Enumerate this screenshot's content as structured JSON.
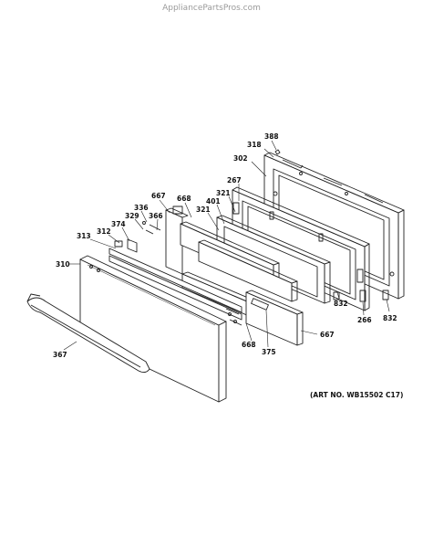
{
  "watermark": "AppliancePartsPros.com",
  "art_number": "(ART NO. WB15502 C17)",
  "labels": {
    "p388": "388",
    "p318": "318",
    "p302": "302",
    "p267": "267",
    "p321a": "321",
    "p401": "401",
    "p321b": "321",
    "p667a": "667",
    "p668a": "668",
    "p336": "336",
    "p329": "329",
    "p366": "366",
    "p374": "374",
    "p313": "313",
    "p312": "312",
    "p310": "310",
    "p367": "367",
    "p832a": "832",
    "p266": "266",
    "p832b": "832",
    "p667b": "667",
    "p668b": "668",
    "p375": "375"
  }
}
